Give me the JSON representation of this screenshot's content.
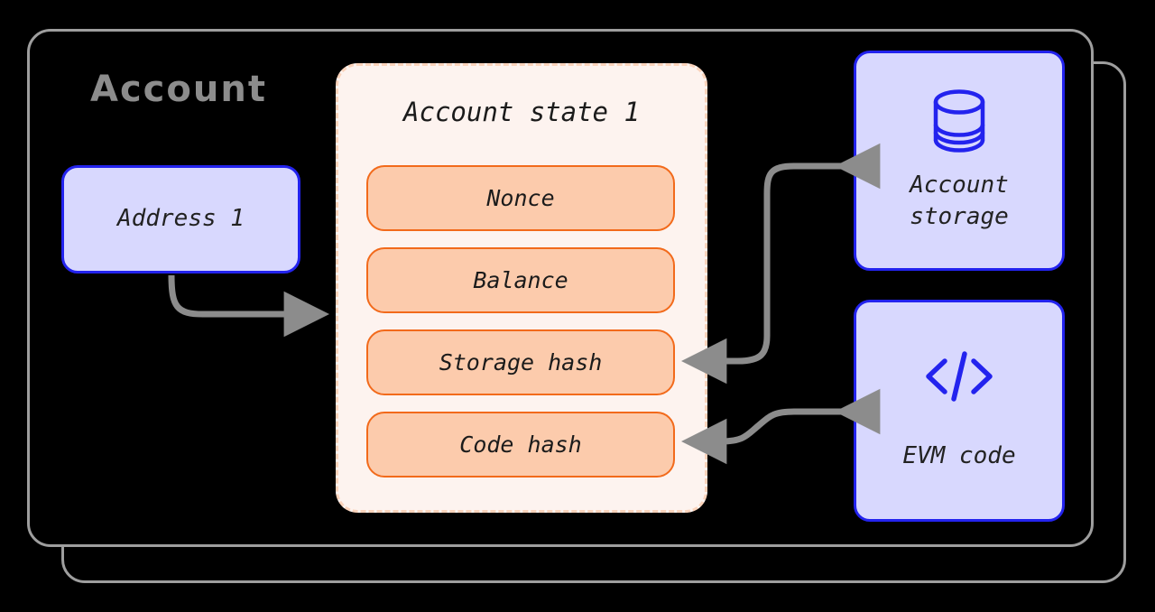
{
  "diagram": {
    "title": "Account",
    "palette": {
      "card_outline": "#9e9e9e",
      "lavender_fill": "#d8d8fe",
      "blue_border": "#2323ee",
      "peach_fill": "#fccbac",
      "orange_border": "#f26a1b",
      "panel_fill": "#fdf3ef",
      "panel_dash": "#fbd3bb",
      "arrow_gray": "#8c8c8c",
      "text_dark": "#1b1b1b",
      "title_gray": "#8c8c8c",
      "background": "#000000"
    }
  },
  "address": {
    "label": "Address 1"
  },
  "state_panel": {
    "title": "Account state 1",
    "fields": [
      {
        "label": "Nonce"
      },
      {
        "label": "Balance"
      },
      {
        "label": "Storage hash"
      },
      {
        "label": "Code hash"
      }
    ]
  },
  "external": [
    {
      "icon": "database-icon",
      "label": "Account\nstorage"
    },
    {
      "icon": "code-brackets-icon",
      "label": "EVM code"
    }
  ],
  "connectors": [
    {
      "name": "address-to-state",
      "from": "Address 1",
      "to": "Account state 1",
      "direction": "forward"
    },
    {
      "name": "storage-hash-to-account-storage",
      "from": "Storage hash",
      "to": "Account storage",
      "direction": "both"
    },
    {
      "name": "code-hash-to-evm-code",
      "from": "Code hash",
      "to": "EVM code",
      "direction": "both"
    }
  ]
}
